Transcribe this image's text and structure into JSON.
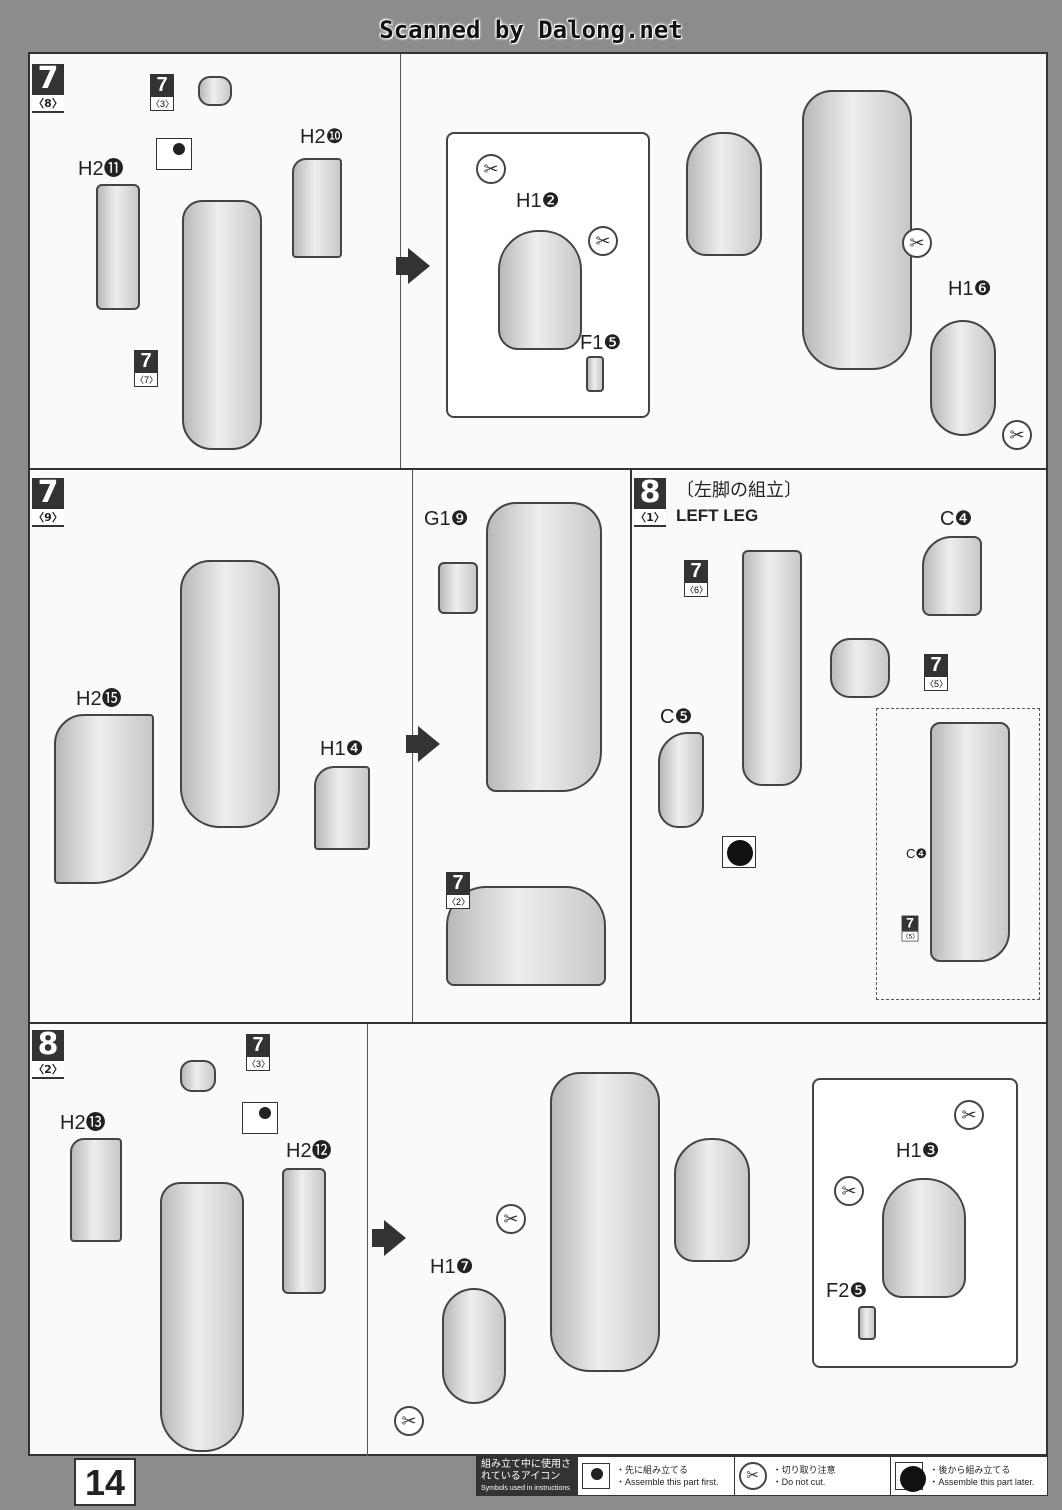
{
  "watermark": "Scanned by Dalong.net",
  "page_number": "14",
  "steps": [
    {
      "num": "7",
      "sub": "〈8〉"
    },
    {
      "num": "7",
      "sub": "〈9〉"
    },
    {
      "num": "8",
      "sub": "〈1〉",
      "title_jp": "〔左脚の組立〕",
      "title_en": "LEFT LEG"
    },
    {
      "num": "8",
      "sub": "〈2〉"
    }
  ],
  "refs": {
    "r3": {
      "num": "7",
      "sub": "〈3〉"
    },
    "r7": {
      "num": "7",
      "sub": "〈7〉"
    },
    "r6": {
      "num": "7",
      "sub": "〈6〉"
    },
    "r5": {
      "num": "7",
      "sub": "〈5〉"
    },
    "r2": {
      "num": "7",
      "sub": "〈2〉"
    }
  },
  "parts": {
    "h2_11": "H2⓫",
    "h2_10": "H2❿",
    "h1_2": "H1❷",
    "f1_5": "F1❺",
    "h1_6": "H1❻",
    "h2_15": "H2⓯",
    "h1_4": "H1❹",
    "g1_9": "G1❾",
    "c4": "C❹",
    "c5": "C❺",
    "c4_small": "C❹",
    "h2_13": "H2⓭",
    "h2_12": "H2⓬",
    "h1_7": "H1❼",
    "h1_3": "H1❸",
    "f2_5": "F2❺"
  },
  "legend": {
    "title_jp": "組み立て中に使用されているアイコン",
    "title_en": "Symbols used in instructions",
    "items": [
      {
        "icon": "assemble-first-icon",
        "jp": "・先に組み立てる",
        "en": "・Assemble this part first."
      },
      {
        "icon": "do-not-cut-icon",
        "jp": "・切り取り注意",
        "en": "・Do not cut."
      },
      {
        "icon": "assemble-later-icon",
        "jp": "・後から組み立てる",
        "en": "・Assemble this part later."
      }
    ]
  }
}
